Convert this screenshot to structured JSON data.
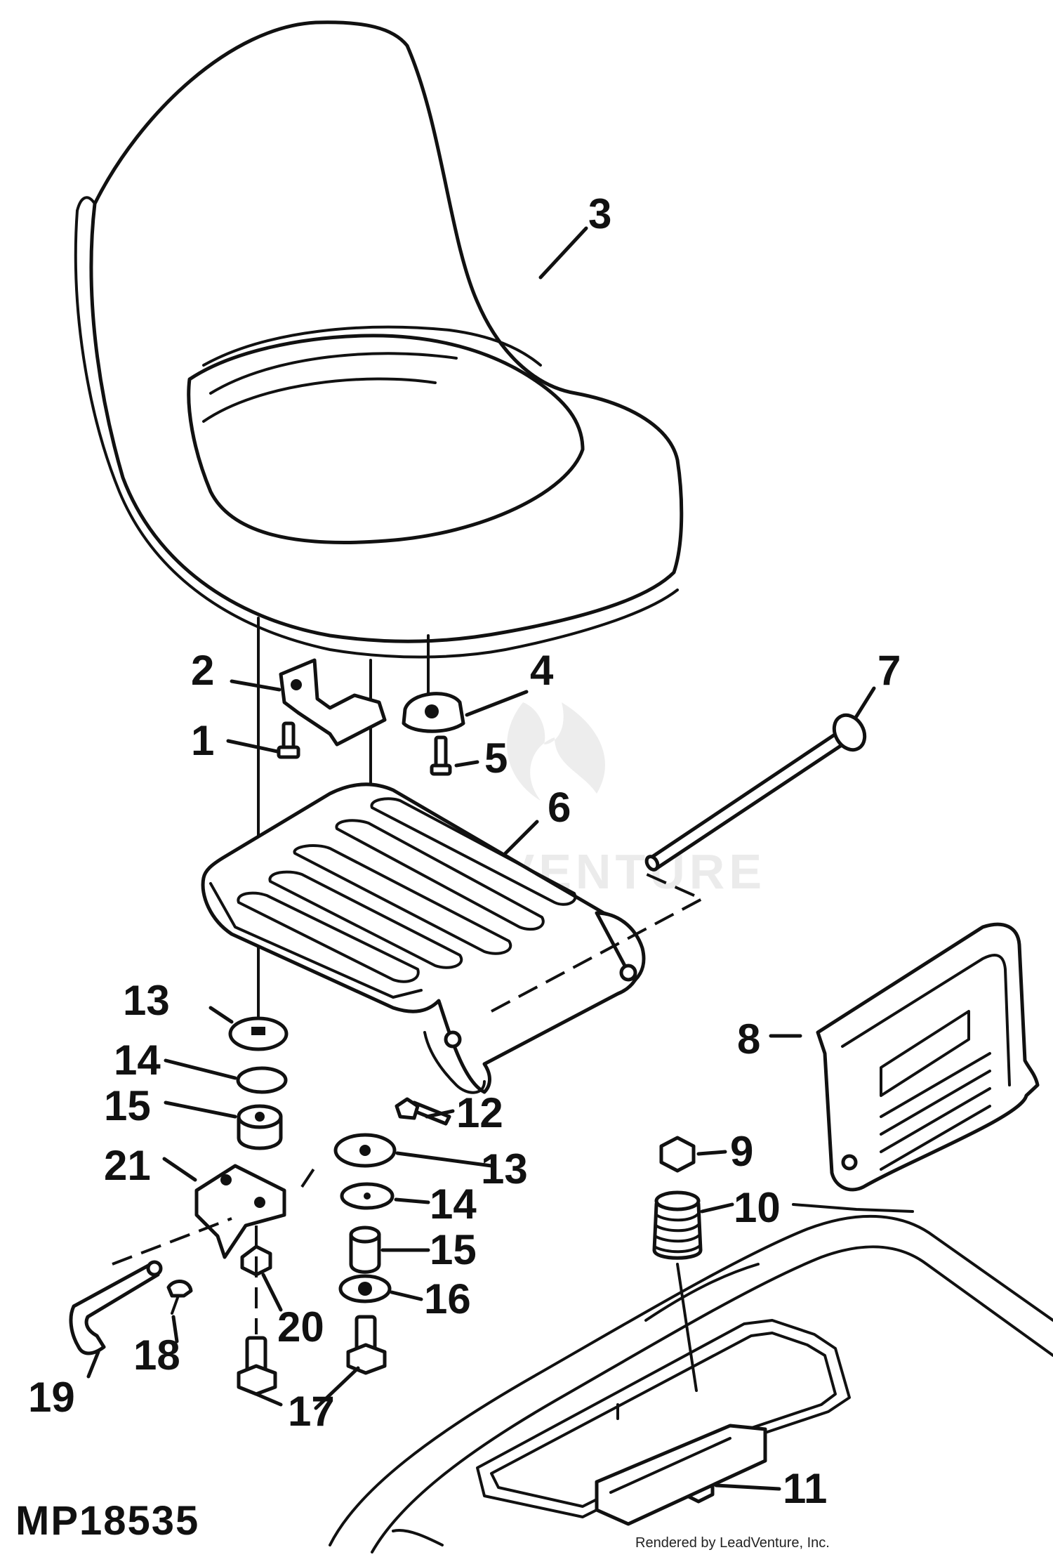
{
  "diagram": {
    "figure_id": "MP18535",
    "credit": "Rendered by LeadVenture, Inc.",
    "watermark": "LEADVENTURE",
    "callouts": {
      "c1": "1",
      "c2": "2",
      "c3": "3",
      "c4": "4",
      "c5": "5",
      "c6": "6",
      "c7": "7",
      "c8": "8",
      "c9": "9",
      "c10": "10",
      "c11": "11",
      "c12": "12",
      "c13a": "13",
      "c13b": "13",
      "c14a": "14",
      "c14b": "14",
      "c15a": "15",
      "c15b": "15",
      "c16": "16",
      "c17": "17",
      "c18": "18",
      "c19": "19",
      "c20": "20",
      "c21": "21"
    }
  }
}
